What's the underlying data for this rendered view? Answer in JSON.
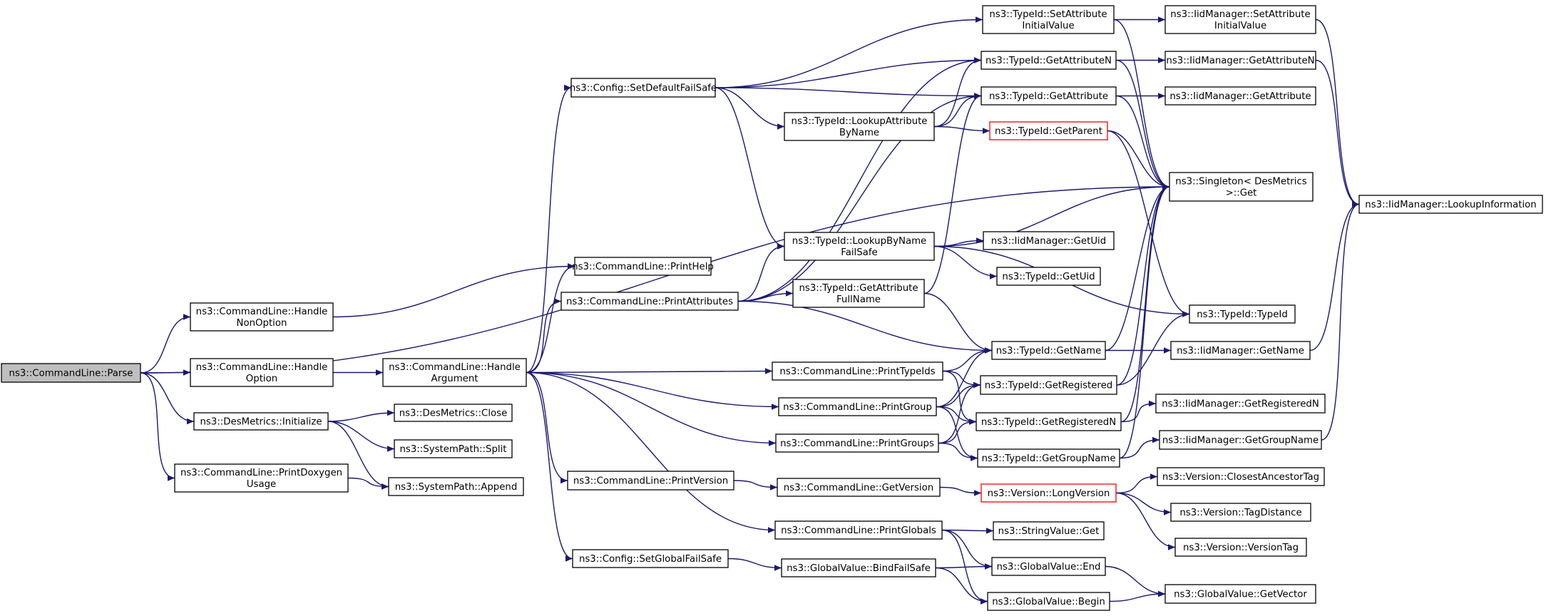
{
  "colors": {
    "edge": "#191970",
    "node_border": "#000000",
    "node_fill": "#ffffff",
    "root_fill": "#bfbfbf",
    "truncated_border": "#ff0000"
  },
  "nodes": [
    {
      "id": "parse",
      "lines": [
        "ns3::CommandLine::Parse"
      ],
      "style": "root"
    },
    {
      "id": "handle_nonoption",
      "lines": [
        "ns3::CommandLine::Handle",
        "NonOption"
      ]
    },
    {
      "id": "handle_option",
      "lines": [
        "ns3::CommandLine::Handle",
        "Option"
      ]
    },
    {
      "id": "desmetrics_init",
      "lines": [
        "ns3::DesMetrics::Initialize"
      ]
    },
    {
      "id": "print_doxygen",
      "lines": [
        "ns3::CommandLine::PrintDoxygen",
        "Usage"
      ]
    },
    {
      "id": "handle_argument",
      "lines": [
        "ns3::CommandLine::Handle",
        "Argument"
      ]
    },
    {
      "id": "desmetrics_close",
      "lines": [
        "ns3::DesMetrics::Close"
      ]
    },
    {
      "id": "systempath_split",
      "lines": [
        "ns3::SystemPath::Split"
      ]
    },
    {
      "id": "systempath_append",
      "lines": [
        "ns3::SystemPath::Append"
      ]
    },
    {
      "id": "config_setdefault",
      "lines": [
        "ns3::Config::SetDefaultFailSafe"
      ]
    },
    {
      "id": "print_help",
      "lines": [
        "ns3::CommandLine::PrintHelp"
      ]
    },
    {
      "id": "print_attributes",
      "lines": [
        "ns3::CommandLine::PrintAttributes"
      ]
    },
    {
      "id": "print_version",
      "lines": [
        "ns3::CommandLine::PrintVersion"
      ]
    },
    {
      "id": "config_setglobal",
      "lines": [
        "ns3::Config::SetGlobalFailSafe"
      ]
    },
    {
      "id": "lookup_attr_byname",
      "lines": [
        "ns3::TypeId::LookupAttribute",
        "ByName"
      ]
    },
    {
      "id": "lookup_byname_failsafe",
      "lines": [
        "ns3::TypeId::LookupByName",
        "FailSafe"
      ]
    },
    {
      "id": "get_attr_fullname",
      "lines": [
        "ns3::TypeId::GetAttribute",
        "FullName"
      ]
    },
    {
      "id": "print_typeids",
      "lines": [
        "ns3::CommandLine::PrintTypeIds"
      ]
    },
    {
      "id": "print_group",
      "lines": [
        "ns3::CommandLine::PrintGroup"
      ]
    },
    {
      "id": "print_groups",
      "lines": [
        "ns3::CommandLine::PrintGroups"
      ]
    },
    {
      "id": "get_version",
      "lines": [
        "ns3::CommandLine::GetVersion"
      ]
    },
    {
      "id": "print_globals",
      "lines": [
        "ns3::CommandLine::PrintGlobals"
      ]
    },
    {
      "id": "gv_bindfailsafe",
      "lines": [
        "ns3::GlobalValue::BindFailSafe"
      ]
    },
    {
      "id": "typeid_setattr_init",
      "lines": [
        "ns3::TypeId::SetAttribute",
        "InitialValue"
      ]
    },
    {
      "id": "typeid_getattrn",
      "lines": [
        "ns3::TypeId::GetAttributeN"
      ]
    },
    {
      "id": "typeid_getattr",
      "lines": [
        "ns3::TypeId::GetAttribute"
      ]
    },
    {
      "id": "typeid_getparent",
      "lines": [
        "ns3::TypeId::GetParent"
      ],
      "style": "truncated"
    },
    {
      "id": "iid_getuid",
      "lines": [
        "ns3::IidManager::GetUid"
      ]
    },
    {
      "id": "typeid_getuid",
      "lines": [
        "ns3::TypeId::GetUid"
      ]
    },
    {
      "id": "typeid_getname",
      "lines": [
        "ns3::TypeId::GetName"
      ]
    },
    {
      "id": "typeid_getregistered",
      "lines": [
        "ns3::TypeId::GetRegistered"
      ]
    },
    {
      "id": "typeid_getregisteredn",
      "lines": [
        "ns3::TypeId::GetRegisteredN"
      ]
    },
    {
      "id": "typeid_getgroupname",
      "lines": [
        "ns3::TypeId::GetGroupName"
      ]
    },
    {
      "id": "version_long",
      "lines": [
        "ns3::Version::LongVersion"
      ],
      "style": "truncated"
    },
    {
      "id": "stringvalue_get",
      "lines": [
        "ns3::StringValue::Get"
      ]
    },
    {
      "id": "gv_end",
      "lines": [
        "ns3::GlobalValue::End"
      ]
    },
    {
      "id": "gv_begin",
      "lines": [
        "ns3::GlobalValue::Begin"
      ]
    },
    {
      "id": "iid_setattr_init",
      "lines": [
        "ns3::IidManager::SetAttribute",
        "InitialValue"
      ]
    },
    {
      "id": "iid_getattrn",
      "lines": [
        "ns3::IidManager::GetAttributeN"
      ]
    },
    {
      "id": "iid_getattr",
      "lines": [
        "ns3::IidManager::GetAttribute"
      ]
    },
    {
      "id": "singleton_get",
      "lines": [
        "ns3::Singleton< DesMetrics",
        ">::Get"
      ]
    },
    {
      "id": "typeid_typeid",
      "lines": [
        "ns3::TypeId::TypeId"
      ]
    },
    {
      "id": "iid_getname",
      "lines": [
        "ns3::IidManager::GetName"
      ]
    },
    {
      "id": "iid_getregisteredn",
      "lines": [
        "ns3::IidManager::GetRegisteredN"
      ]
    },
    {
      "id": "iid_getgroupname",
      "lines": [
        "ns3::IidManager::GetGroupName"
      ]
    },
    {
      "id": "version_closest",
      "lines": [
        "ns3::Version::ClosestAncestorTag"
      ]
    },
    {
      "id": "version_tagdistance",
      "lines": [
        "ns3::Version::TagDistance"
      ]
    },
    {
      "id": "version_versiontag",
      "lines": [
        "ns3::Version::VersionTag"
      ]
    },
    {
      "id": "gv_getvector",
      "lines": [
        "ns3::GlobalValue::GetVector"
      ]
    },
    {
      "id": "iid_lookupinfo",
      "lines": [
        "ns3::IidManager::LookupInformation"
      ]
    }
  ],
  "edges": [
    [
      "parse",
      "handle_nonoption"
    ],
    [
      "parse",
      "handle_option"
    ],
    [
      "parse",
      "desmetrics_init"
    ],
    [
      "parse",
      "print_doxygen"
    ],
    [
      "parse",
      "singleton_get"
    ],
    [
      "handle_nonoption",
      "print_help"
    ],
    [
      "handle_option",
      "handle_argument"
    ],
    [
      "desmetrics_init",
      "desmetrics_close"
    ],
    [
      "desmetrics_init",
      "systempath_split"
    ],
    [
      "desmetrics_init",
      "systempath_append"
    ],
    [
      "print_doxygen",
      "systempath_append"
    ],
    [
      "handle_argument",
      "config_setdefault"
    ],
    [
      "handle_argument",
      "print_help"
    ],
    [
      "handle_argument",
      "print_attributes"
    ],
    [
      "handle_argument",
      "print_typeids"
    ],
    [
      "handle_argument",
      "print_group"
    ],
    [
      "handle_argument",
      "print_groups"
    ],
    [
      "handle_argument",
      "print_version"
    ],
    [
      "handle_argument",
      "print_globals"
    ],
    [
      "handle_argument",
      "config_setglobal"
    ],
    [
      "config_setdefault",
      "typeid_setattr_init"
    ],
    [
      "config_setdefault",
      "typeid_getattrn"
    ],
    [
      "config_setdefault",
      "typeid_getattr"
    ],
    [
      "config_setdefault",
      "lookup_attr_byname"
    ],
    [
      "config_setdefault",
      "lookup_byname_failsafe"
    ],
    [
      "print_attributes",
      "typeid_getattrn"
    ],
    [
      "print_attributes",
      "typeid_getattr"
    ],
    [
      "print_attributes",
      "lookup_byname_failsafe"
    ],
    [
      "print_attributes",
      "get_attr_fullname"
    ],
    [
      "print_attributes",
      "typeid_getname"
    ],
    [
      "lookup_attr_byname",
      "typeid_getattrn"
    ],
    [
      "lookup_attr_byname",
      "typeid_getattr"
    ],
    [
      "lookup_attr_byname",
      "typeid_getparent"
    ],
    [
      "lookup_byname_failsafe",
      "singleton_get"
    ],
    [
      "lookup_byname_failsafe",
      "iid_getuid"
    ],
    [
      "lookup_byname_failsafe",
      "typeid_getuid"
    ],
    [
      "lookup_byname_failsafe",
      "typeid_typeid"
    ],
    [
      "get_attr_fullname",
      "typeid_getattr"
    ],
    [
      "get_attr_fullname",
      "typeid_getname"
    ],
    [
      "print_typeids",
      "typeid_getname"
    ],
    [
      "print_typeids",
      "typeid_getregistered"
    ],
    [
      "print_typeids",
      "typeid_getregisteredn"
    ],
    [
      "print_group",
      "typeid_getname"
    ],
    [
      "print_group",
      "typeid_getregistered"
    ],
    [
      "print_group",
      "typeid_getregisteredn"
    ],
    [
      "print_group",
      "typeid_getgroupname"
    ],
    [
      "print_groups",
      "typeid_getregistered"
    ],
    [
      "print_groups",
      "typeid_getregisteredn"
    ],
    [
      "print_groups",
      "typeid_getgroupname"
    ],
    [
      "print_version",
      "get_version"
    ],
    [
      "get_version",
      "version_long"
    ],
    [
      "version_long",
      "version_closest"
    ],
    [
      "version_long",
      "version_tagdistance"
    ],
    [
      "version_long",
      "version_versiontag"
    ],
    [
      "print_globals",
      "stringvalue_get"
    ],
    [
      "print_globals",
      "gv_end"
    ],
    [
      "print_globals",
      "gv_begin"
    ],
    [
      "config_setglobal",
      "gv_bindfailsafe"
    ],
    [
      "gv_bindfailsafe",
      "gv_end"
    ],
    [
      "gv_bindfailsafe",
      "gv_begin"
    ],
    [
      "gv_end",
      "gv_getvector"
    ],
    [
      "gv_begin",
      "gv_getvector"
    ],
    [
      "typeid_setattr_init",
      "iid_setattr_init"
    ],
    [
      "typeid_setattr_init",
      "singleton_get"
    ],
    [
      "typeid_getattrn",
      "iid_getattrn"
    ],
    [
      "typeid_getattrn",
      "singleton_get"
    ],
    [
      "typeid_getattr",
      "iid_getattr"
    ],
    [
      "typeid_getattr",
      "singleton_get"
    ],
    [
      "typeid_getparent",
      "singleton_get"
    ],
    [
      "typeid_getparent",
      "typeid_typeid"
    ],
    [
      "typeid_getname",
      "iid_getname"
    ],
    [
      "typeid_getname",
      "singleton_get"
    ],
    [
      "typeid_getregistered",
      "singleton_get"
    ],
    [
      "typeid_getregistered",
      "typeid_typeid"
    ],
    [
      "typeid_getregisteredn",
      "iid_getregisteredn"
    ],
    [
      "typeid_getregisteredn",
      "singleton_get"
    ],
    [
      "typeid_getgroupname",
      "iid_getgroupname"
    ],
    [
      "typeid_getgroupname",
      "singleton_get"
    ],
    [
      "iid_setattr_init",
      "iid_lookupinfo"
    ],
    [
      "iid_getattrn",
      "iid_lookupinfo"
    ],
    [
      "iid_getname",
      "iid_lookupinfo"
    ],
    [
      "iid_getgroupname",
      "iid_lookupinfo"
    ]
  ]
}
